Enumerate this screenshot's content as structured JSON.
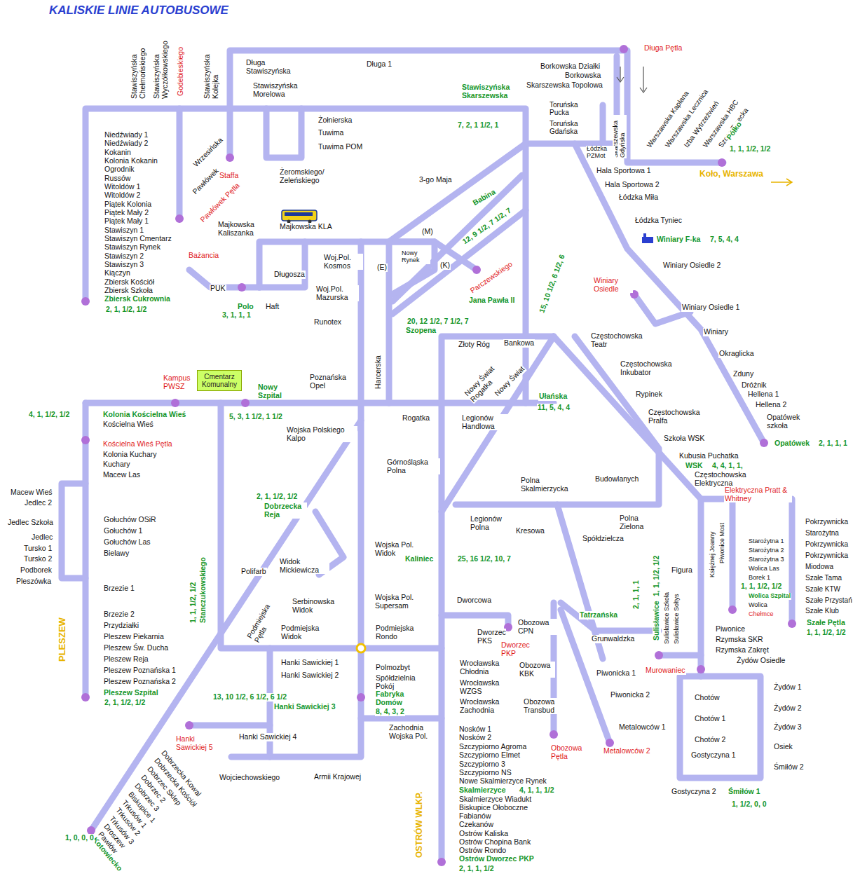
{
  "diagram": {
    "title": "KALISKIE LINIE AUTOBUSOWE",
    "nodes": [
      {
        "text": [
          "Cmentarz Komunalny"
        ]
      }
    ],
    "labels": [
      "Stawiszyńska Chełmońskiego",
      "Stawiszyńska Wyczółkowskiego",
      "Godebieskiego",
      "Stawiszyńska Kolejka",
      "Długa Stawiszyńska",
      "Długa 1",
      "Długa Pętla",
      "Borkowska Działki",
      "Borkowska",
      "Skarszewska Topolowa",
      "Stawiszyńska Morelowa",
      "Stawiszyńska Skarszewska",
      "7, 2, 1 1/2, 1",
      "Żołnierska",
      "Tuwima",
      "Tuwima POM",
      "Żeromskiego/ Zeleńskiego",
      "Toruńska Pucka",
      "Toruńska Gdańska",
      "Skarszewska Gdyńska",
      "Łódzka PZMot",
      "Warszawska Kapłana",
      "Warszawska Lecznica",
      "Izba Wytrzeźwień",
      "Warszawska HBC",
      "Szosa Turecka",
      "Półko",
      "1, 1, 1/2, 1/2",
      "Koło, Warszawa",
      "Hala Sportowa 1",
      "Hala Sportowa 2",
      "Łódzka Miła",
      "Łódzka Tyniec",
      "Winiary F-ka",
      "7, 5, 4, 4",
      "Winiary Osiedle 2",
      "Winiary Osiedle",
      "Winiary Osiedle 1",
      "Winiary",
      "Okraglicka",
      "Zduny",
      "Dróżnik",
      "Hellena 1",
      "Hellena 2",
      "Opatówek szkoła",
      "Opatówek",
      "2, 1, 1, 1",
      "Niedźwiady 1",
      "Niedźwiady 2",
      "Kokanin",
      "Kolonia Kokanin",
      "Ogrodnik",
      "Russów",
      "Witoldów 1",
      "Witoldów 2",
      "Piątek Kolonia",
      "Piątek Mały 2",
      "Piątek Mały 1",
      "Stawiszyn 1",
      "Stawiszyn Cmentarz",
      "Stawiszyn Rynek",
      "Stawiszyn 2",
      "Stawiszyn 3",
      "Kiączyn",
      "Zbiersk Kościół",
      "Zbiersk Szkoła",
      "Zbiersk Cukrownia",
      "2, 1, 1/2, 1/2",
      "Wrzesińska",
      "Pawłówek",
      "Pawłówek Pętla",
      "Staffa",
      "3-go Maja",
      "Babina",
      "12, 9 1/2, 7 1/2, 7",
      "15, 10 1/2, 6 1/2, 6",
      "Parczewskiego",
      "Majkowska Kaliszanka",
      "Majkowska KLA",
      "Bażancia",
      "PUK",
      "Polo",
      "3, 1, 1, 1",
      "Haft",
      "Długosza",
      "Woj.Pol. Kosmos",
      "Woj.Pol. Mazurska",
      "Runotex",
      "(M)",
      "(E)",
      "(K)",
      "Nowy Rynek",
      "Jana Pawła II",
      "20, 12 1/2, 7 1/2, 7",
      "Szopena",
      "Harcerska",
      "Złoty Róg",
      "Bankowa",
      "Nowy Świat Rogatka",
      "Nowy Świat",
      "Częstochowska Teatr",
      "Częstochowska Inkubator",
      "Rypinek",
      "Częstochowska Pralfa",
      "Szkoła WSK",
      "Kubusia Puchatka",
      "WSK",
      "4, 4, 1, 1,",
      "Częstochowska Elektryczna",
      "Elektryczna Pratt & Whitney",
      "Kampus PWSZ",
      "Nowy Szpital",
      "Poznańska Opel",
      "4, 1, 1/2, 1/2",
      "Kolonia Kościelna Wieś",
      "Kościelna Wieś",
      "Kościelna Wieś Pętla",
      "Kolonia Kuchary",
      "Kuchary",
      "Macew Las",
      "5, 3, 1 1/2, 1 1/2",
      "Wojska Polskiego Kalpo",
      "Rogatka",
      "Legionów Handlowa",
      "Ułańska",
      "11, 5, 4, 4",
      "Górnośląska Polna",
      "Polna Skalmierzycka",
      "Budowlanych",
      "Legionów Polna",
      "Kresowa",
      "Polna Zielona",
      "Spółdzielcza",
      "2, 1, 1/2, 1/2",
      "Dobrzecka Reja",
      "Macew Wieś",
      "Jedlec 2",
      "Jedlec Szkoła",
      "Jedlec",
      "Tursko 1",
      "Tursko 2",
      "Podborek",
      "Pleszówka",
      "Gołuchów OSiR",
      "Gołuchów 1",
      "Gołuchów Las",
      "Bielawy",
      "Brzezie 1",
      "Stanczukowskiego",
      "1, 1, 1/2, 1/2",
      "Wojska Pol. Widok",
      "Kaliniec",
      "25, 16 1/2, 10, 7",
      "Polifarb",
      "Widok Mickiewicza",
      "Serbinowska Widok",
      "Wojska Pol. Supersam",
      "Dworcowa",
      "Figura",
      "Tatrzańska",
      "2, 1, 1, 1",
      "Sulisławice",
      "1, 1, 1/2, 1/2",
      "Sulisławice Szkoła",
      "Sulisławice Sołtys",
      "Piwonice Most",
      "Księżnej Joanny",
      "Starożytna 1",
      "Starożytna 2",
      "Starożytna 3",
      "Wolica Las",
      "Borek 1",
      "1, 1, 1/2, 1/2",
      "Wolica Szpital",
      "Wolica",
      "Chełmce",
      "Pokrzywnicka",
      "Starożytna",
      "Pokrzywnicka",
      "Pokrzywnicka",
      "Miodowa",
      "Szałe Tama",
      "Szałe KTW",
      "Szałe Przystań",
      "Szałe Klub",
      "Szałe Pętla",
      "1, 1, 1/2, 1/2",
      "Piwonice",
      "Rzymska SKR",
      "Rzymska Zakręt",
      "Grunwaldzka",
      "Obozowa CPN",
      "Dworzec PKS",
      "Dworzec PKP",
      "Podmiejska Pętla",
      "Podmiejska Widok",
      "Podmiejska Rondo",
      "PLESZEW",
      "Brzezie 2",
      "Przydziałki",
      "Pleszew Piekarnia",
      "Pleszew Św. Ducha",
      "Pleszew Reja",
      "Pleszew Poznańska 1",
      "Pleszew Poznańska 2",
      "Pleszew Szpital",
      "2, 1, 1/2, 1/2",
      "Hanki Sawickiej 1",
      "Hanki Sawickiej 2",
      "13, 10 1/2, 6 1/2, 6 1/2",
      "Hanki Sawickiej 3",
      "Polmozbyt",
      "Spółdzielnia Pokój",
      "Fabryka Domów",
      "8, 4, 3, 2",
      "Wrocławska Chłodnia",
      "Wrocławska WZGS",
      "Wrocławska Zachodnia",
      "Obozowa KBK",
      "Obozowa Transbud",
      "Piwonicka 1",
      "Piwonicka 2",
      "Metalowców 1",
      "Metalowców 2",
      "Obozowa Pętla",
      "Murowaniec",
      "Żydów Osiedle",
      "Chotów",
      "Chotów 1",
      "Chotów 2",
      "Gostyczyna 1",
      "Żydów 1",
      "Żydów 2",
      "Żydów 3",
      "Osiek",
      "Śmiłów 2",
      "Gostyczyna 2",
      "Śmiłów 1",
      "1, 1/2, 0, 0",
      "Zachodnia Wojska Pol.",
      "Hanki Sawickiej 5",
      "Hanki Sawickiej 4",
      "Wojciechowskiego",
      "Armii Krajowej",
      "Nosków 1",
      "Nosków 2",
      "Szczypiorno Agroma",
      "Szczypiorno Elmet",
      "Szczypiorno 3",
      "Szczypiorno NS",
      "Nowe Skalmierzyce Rynek",
      "Skalmierzyce",
      "4, 1, 1, 1/2",
      "Skalmierzyce Wiadukt",
      "Biskupice Ołoboczne",
      "Fabianów",
      "Czekanów",
      "Ostrów Kaliska",
      "Ostrów Chopina Bank",
      "Ostrów Rondo",
      "Ostrów Dworzec PKP",
      "2, 1, 1, 1/2",
      "OSTRÓW WLKP.",
      "Dobrzecka Kowal",
      "Dobrzecka Kościół",
      "Dobrzec Sklep",
      "Dobrzec 2",
      "Dobrzec 3",
      "Biskupice 1",
      "Trkusów 1",
      "Trkusów 2",
      "Trkusów 3",
      "Droszew",
      "Pawłów",
      "Kotowiecko",
      "1, 0, 0, 0"
    ]
  }
}
